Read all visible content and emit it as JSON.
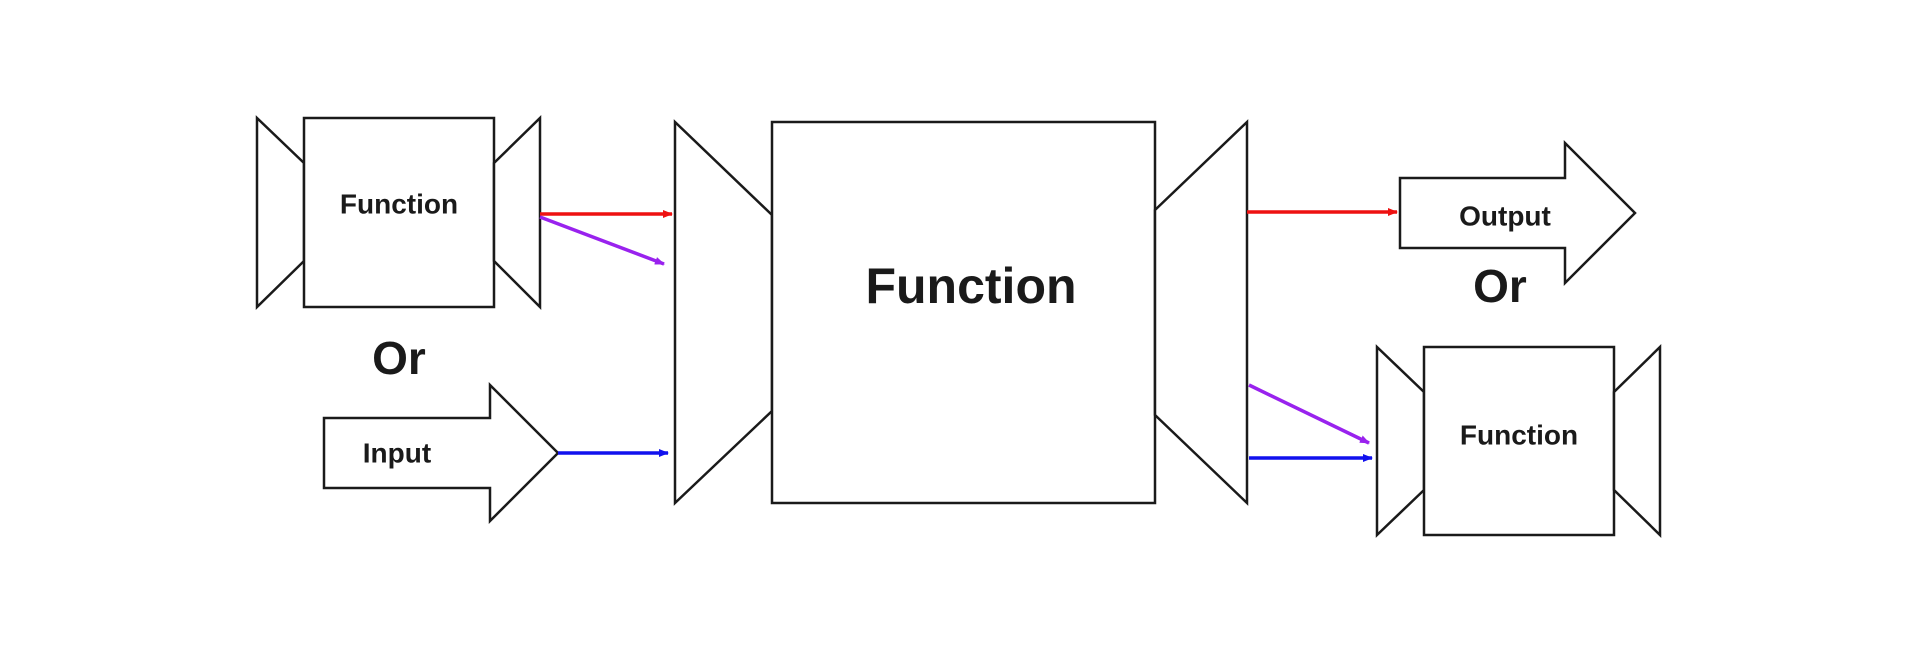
{
  "diagram": {
    "left_function_label": "Function",
    "left_or_label": "Or",
    "input_label": "Input",
    "center_function_label": "Function",
    "output_label": "Output",
    "right_or_label": "Or",
    "right_function_label": "Function"
  },
  "colors": {
    "red": "#ee1111",
    "purple": "#9922ee",
    "blue": "#1111ee",
    "stroke": "#1a1a1a"
  }
}
